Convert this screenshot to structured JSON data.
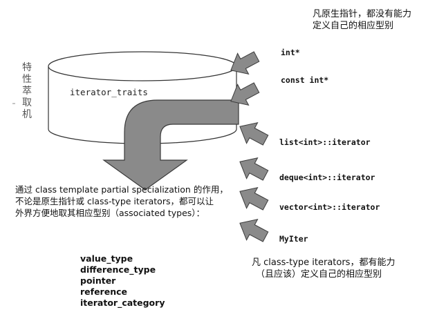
{
  "raw_pointer_note": [
    "凡原生指针，都没有能力",
    "定义自己的相应型别"
  ],
  "vertical_label": [
    "特",
    "性",
    "萃",
    "取",
    "机"
  ],
  "traits_label": "iterator_traits",
  "inputs": [
    "int*",
    "const int*",
    "list<int>::iterator",
    "deque<int>::iterator",
    "vector<int>::iterator",
    "MyIter"
  ],
  "explanation": [
    "通过 class template partial specialization 的作用，",
    "不论是原生指针或 class-type iterators，都可以让",
    "外界方便地取其相应型别（associated types）："
  ],
  "associated_types": [
    "value_type",
    "difference_type",
    "pointer",
    "reference",
    "iterator_category"
  ],
  "class_type_note": [
    "凡 class-type iterators，都有能力",
    "（且应该）定义自己的相应型别"
  ],
  "colors": {
    "arrow": "#8a8a8a",
    "arrow_edge": "#3a3a3a",
    "outline": "#333333"
  }
}
